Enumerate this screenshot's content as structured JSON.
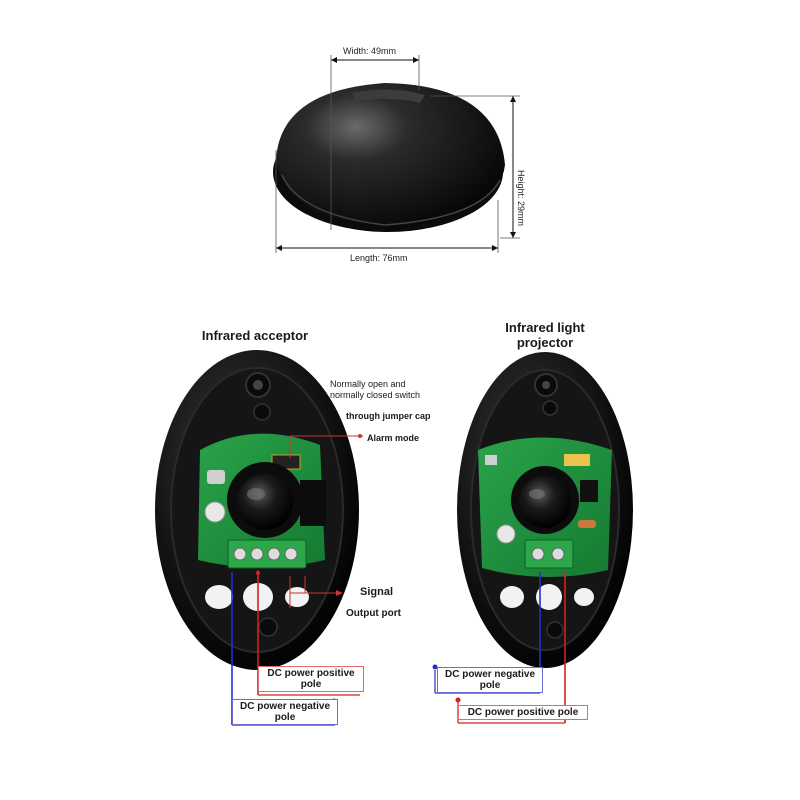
{
  "dimensions": {
    "width": "Width: 49mm",
    "height": "Height: 29mm",
    "length": "Length: 76mm"
  },
  "acceptor": {
    "title": "Infrared acceptor",
    "note_switch": "Normally open and normally closed switch",
    "note_jumper": "through jumper cap",
    "note_alarm": "Alarm mode",
    "note_signal": "Signal",
    "note_output": "Output port",
    "pole_positive": "DC power positive pole",
    "pole_negative": "DC power negative pole"
  },
  "projector": {
    "title": "Infrared light projector",
    "pole_negative": "DC power negative pole",
    "pole_positive": "DC power positive pole"
  },
  "colors": {
    "wire_red": "#d42020",
    "wire_blue": "#2b2bcf",
    "pcb_green": "#1f8a3c",
    "housing_black": "#111111"
  }
}
